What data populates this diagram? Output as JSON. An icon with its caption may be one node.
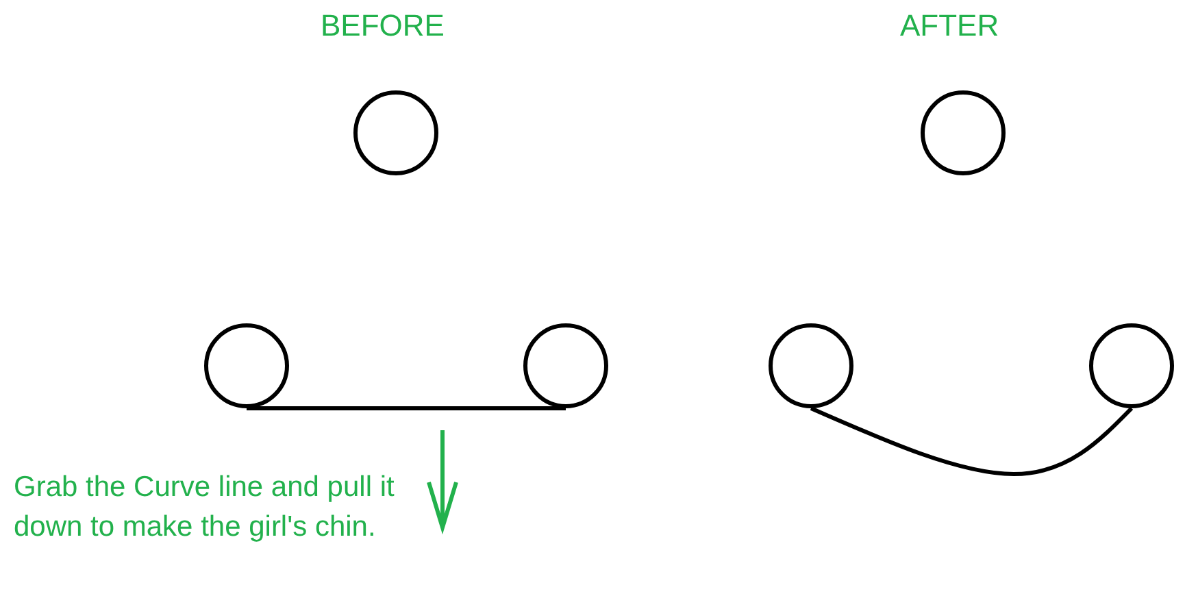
{
  "diagram": {
    "nodes": [
      {
        "text": [],
        "shape": "circle"
      },
      {
        "text": [],
        "shape": "circle"
      },
      {
        "text": [],
        "shape": "circle"
      },
      {
        "text": [],
        "shape": "circle"
      },
      {
        "text": [],
        "shape": "circle"
      },
      {
        "text": [],
        "shape": "circle"
      }
    ],
    "edges": [
      {
        "from": 2,
        "to": 3,
        "arrow": "none"
      },
      {
        "from": 4,
        "to": 5,
        "arrow": "none"
      }
    ],
    "labels": [
      "BEFORE",
      "AFTER",
      "Grab the Curve line and pull it down to make the girl's chin."
    ]
  }
}
